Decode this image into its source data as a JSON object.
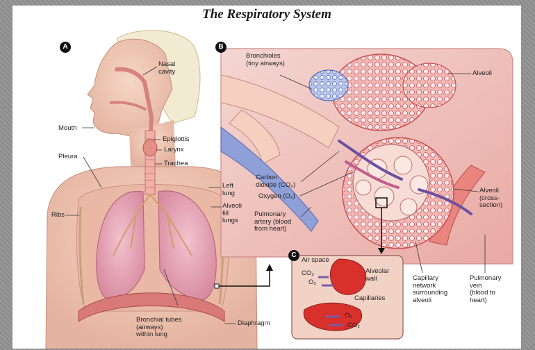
{
  "title": "The Respiratory System",
  "panels": {
    "a": "A",
    "b": "B",
    "c": "C"
  },
  "labels": {
    "nasal_cavity": "Nasal\ncavity",
    "mouth": "Mouth",
    "epiglottis": "Epiglottis",
    "larynx": "Larynx",
    "trachea": "Trachea",
    "pleura": "Pleura",
    "left_lung": "Left\nlung",
    "alveoli_fill_lungs": "Alveoli\nfill\nlungs",
    "ribs": "Ribs",
    "bronchial_tubes": "Bronchial tubes\n(airways)\nwithin lung",
    "diaphragm": "Diaphragm",
    "bronchioles": "Bronchioles\n(tiny airways)",
    "alveoli": "Alveoli",
    "carbon_dioxide": "Carbon\ndioxide (CO₂)",
    "oxygen": "Oxygen (O₂)",
    "pulmonary_artery": "Pulmonary\nartery (blood\nfrom heart)",
    "alveoli_cross_section": "Alveoli\n(cross-\nsection)",
    "capillary_network": "Capillary\nnetwork\nsurrounding\nalveoli",
    "pulmonary_vein": "Pulmonary\nvein\n(blood to\nheart)",
    "air_space": "Air space",
    "co2_top": "CO₂",
    "o2_top": "O₂",
    "alveolar_wall": "Alveolar\nwall",
    "capillaries": "Capillaries",
    "o2_bottom": "O₂",
    "co2_bottom": "CO₂"
  }
}
